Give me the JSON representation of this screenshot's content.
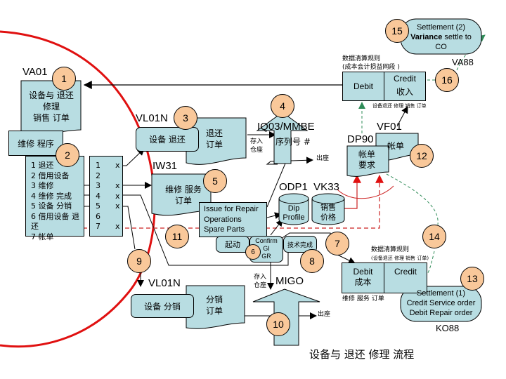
{
  "title": "设备与 退还 修理 流程",
  "colors": {
    "box_fill": "#b8dde2",
    "step_circle": "#f9c89a",
    "boundary": "#e01010",
    "dashed_green": "#2e8b57",
    "dashed_red": "#cc2222"
  },
  "steps": {
    "s1": "1",
    "s2": "2",
    "s3": "3",
    "s4": "4",
    "s5": "5",
    "s6": "6",
    "s7": "7",
    "s8": "8",
    "s9": "9",
    "s10": "10",
    "s11": "11",
    "s12": "12",
    "s13": "13",
    "s14": "14",
    "s15": "15",
    "s16": "16"
  },
  "tcodes": {
    "va01": "VA01",
    "vl01n_return": "VL01N",
    "iq03": "IQ03/MMBE",
    "iw31": "IW31",
    "odp1_vk33": "ODP1  VK33",
    "dp90": "DP90",
    "vf01": "VF01",
    "va88": "VA88",
    "vl01n_dist": "VL01N",
    "migo": "MIGO",
    "ko88": "KO88"
  },
  "sales_order": {
    "line1": "设备与 退还",
    "line2": "修理",
    "line3": "销售 订单"
  },
  "repair_procedure": {
    "header": "维修 程序",
    "items": [
      "1 退还",
      "2 借用设备",
      "3 维修",
      "4 维修 完成",
      "5 设备 分销",
      "6 借用设备 退还",
      "7 帐单"
    ],
    "numbers": [
      "1",
      "2",
      "3",
      "4",
      "5",
      "6",
      "7"
    ],
    "marks": [
      "x",
      "",
      "x",
      "x",
      "x",
      "",
      "x"
    ]
  },
  "return_delivery": {
    "label": "设备 退还",
    "order_line1": "退还",
    "order_line2": "订单"
  },
  "stock_in_1": {
    "line1": "存入",
    "line2": "仓座"
  },
  "serial": {
    "label": "序列号 #"
  },
  "stock_out_1": "出座",
  "service_order": {
    "line1": "维修 服务",
    "line2": "订单"
  },
  "issue_box": {
    "line1": "Issue for Repair",
    "line2": "Operations",
    "line3": "Spare Parts"
  },
  "start_btn": "起动",
  "confirm_box": {
    "line1": "Confirm",
    "line2": "GI",
    "line3": "GR"
  },
  "tech_complete": "技术完成",
  "dip_profile": {
    "line1": "Dip",
    "line2": "Profile"
  },
  "sales_price": {
    "line1": "销售",
    "line2": "价格"
  },
  "billing_request": {
    "line1": "帐单",
    "line2": "要求"
  },
  "billing": "帐单",
  "settlement_rule_top": {
    "line1": "数据清算规则",
    "line2": "(成本会计损益网段 )",
    "debit": "Debit",
    "credit": "Credit",
    "credit_sub": "收入",
    "caption": "设备退还 修理 销售 订单"
  },
  "settlement2": {
    "line1": "Settlement (2)",
    "line2_bold": "Variance",
    "line2_rest": " settle to",
    "line3": "CO"
  },
  "settlement_rule_bottom": {
    "line1": "数据清算规则",
    "line2": "(设备退还 修理 销售 订单)",
    "debit": "Debit",
    "debit_sub": "成本",
    "credit": "Credit",
    "caption": "维修 服务 订单"
  },
  "settlement1": {
    "line1": "Settlement (1)",
    "line2": "Credit Service order",
    "line3": "Debit Repair order"
  },
  "dist_delivery": {
    "label": "设备 分销",
    "order_line1": "分销",
    "order_line2": "订单"
  },
  "stock_in_2": {
    "line1": "存入",
    "line2": "仓座"
  },
  "stock_out_2": "出座"
}
